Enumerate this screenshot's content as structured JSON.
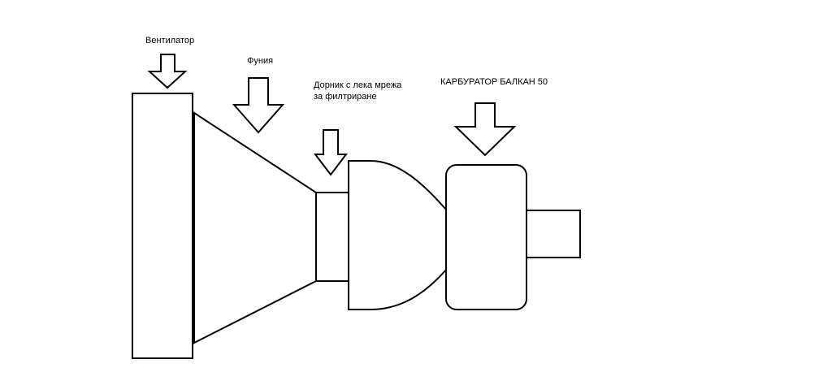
{
  "labels": {
    "fan": "Вентилатор",
    "funnel": "Фуния",
    "mandrel_line1": "Дорник с лека мрежа",
    "mandrel_line2": "за филтриране",
    "carburetor": "КАРБУРАТОР БАЛКАН 50"
  },
  "colors": {
    "background": "#ffffff",
    "stroke": "#000000"
  },
  "icons": {
    "arrow": "down-arrow-icon"
  }
}
